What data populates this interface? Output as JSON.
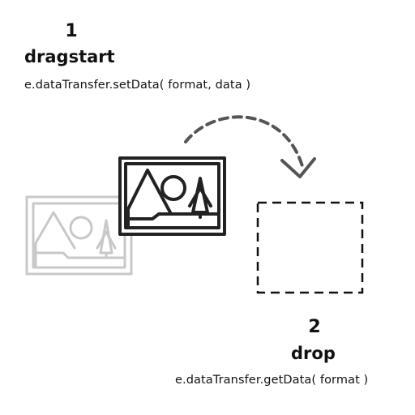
{
  "step1": {
    "number": "1",
    "title": "dragstart",
    "code": "e.dataTransfer.setData( format, data )"
  },
  "step2": {
    "number": "2",
    "title": "drop",
    "code": "e.dataTransfer.getData( format )"
  },
  "colors": {
    "text": "#111111",
    "icon": "#222222",
    "ghost": "#c8c8c8",
    "arrow": "#555555",
    "dropzone": "#111111"
  },
  "icons": {
    "ghost_image": "landscape-image-icon",
    "dragged_image": "landscape-image-icon",
    "arrow": "curved-arrow-icon",
    "dropzone": "dashed-rectangle"
  }
}
